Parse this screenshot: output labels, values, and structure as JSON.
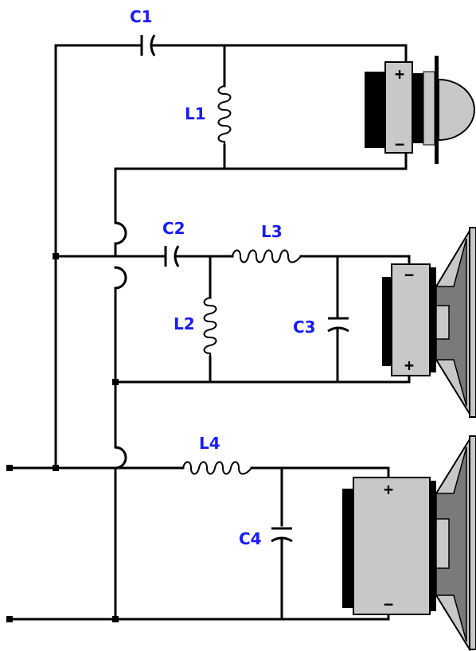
{
  "components": {
    "c1": "C1",
    "c2": "C2",
    "c3": "C3",
    "c4": "C4",
    "l1": "L1",
    "l2": "L2",
    "l3": "L3",
    "l4": "L4"
  },
  "speakers": {
    "tweeter": {
      "top_polarity": "+",
      "bottom_polarity": "−"
    },
    "midrange": {
      "top_polarity": "−",
      "bottom_polarity": "+"
    },
    "woofer": {
      "top_polarity": "+",
      "bottom_polarity": "−"
    }
  },
  "colors": {
    "label": "#1a1aff",
    "wire": "#000000",
    "speaker_body": "#c8c8c8",
    "speaker_dark": "#000000",
    "speaker_mid": "#7a7a7a"
  }
}
